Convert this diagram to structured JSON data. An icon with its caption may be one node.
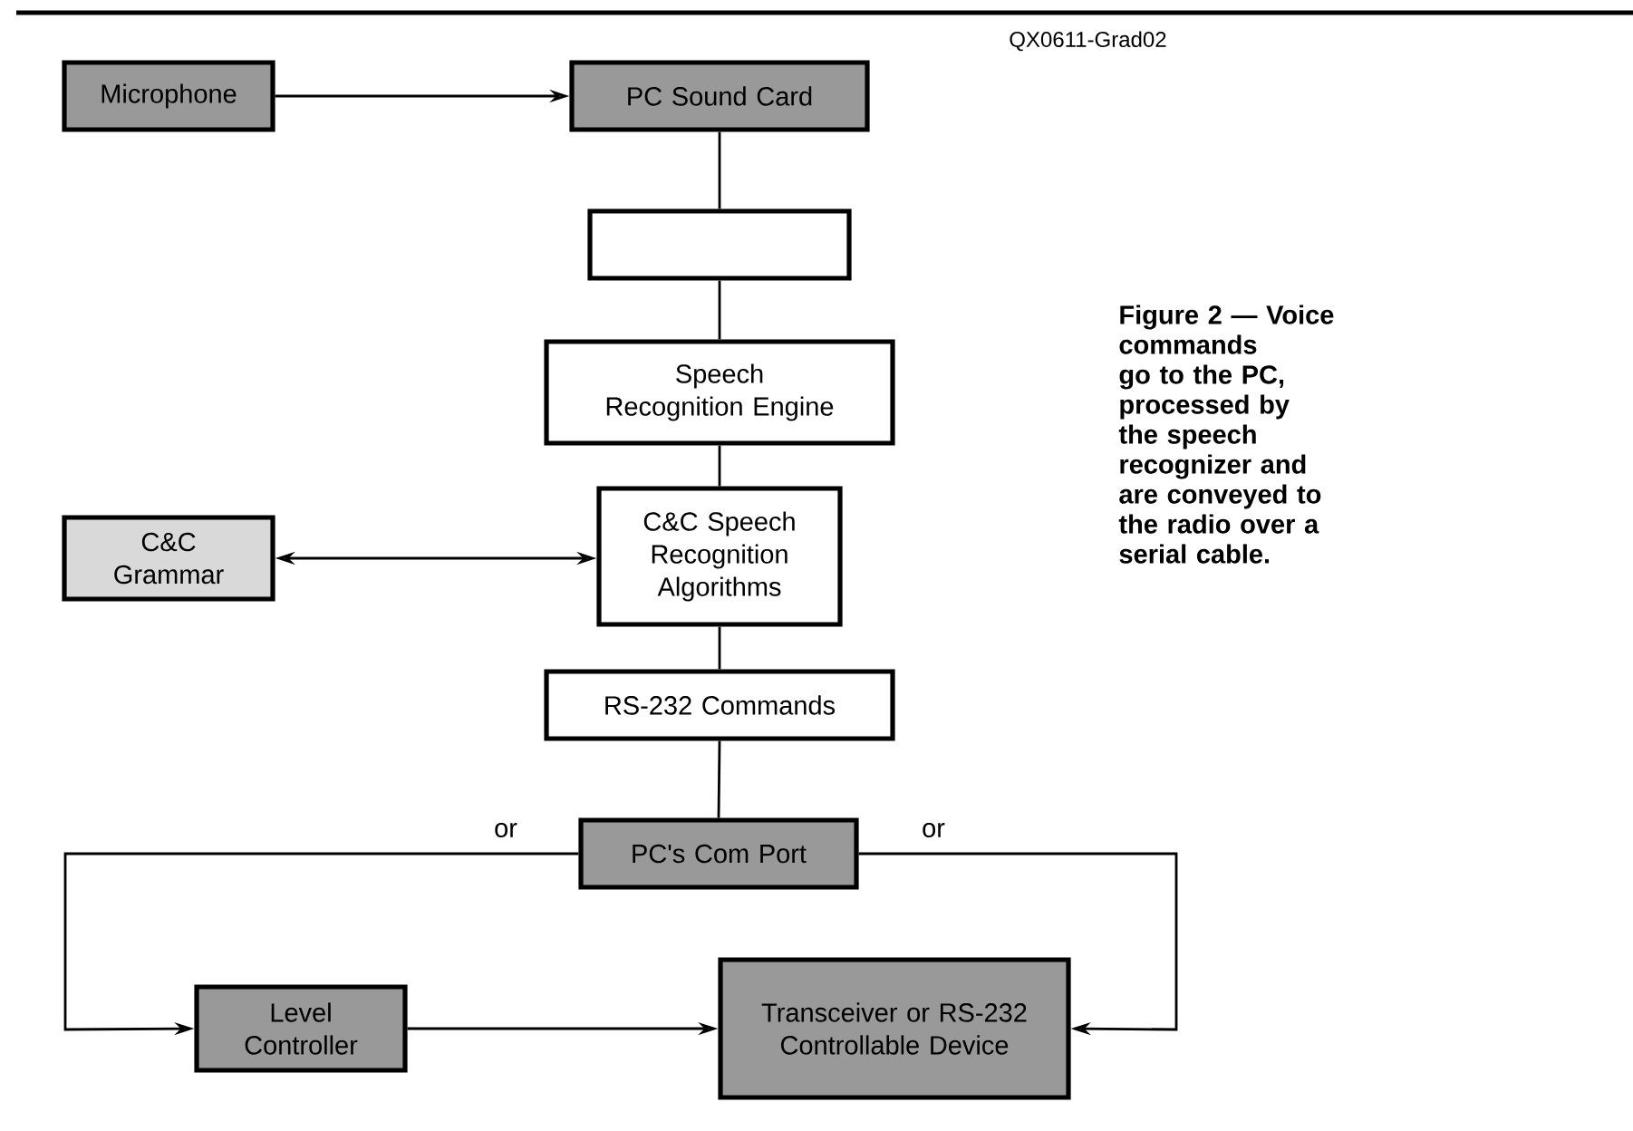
{
  "diagram": {
    "caption": "Figure 2 — Voice commands go to the PC, processed by the speech recognizer and are conveyed to the radio over a serial cable.",
    "nodes": [
      {
        "text": [
          "Microphone"
        ]
      },
      {
        "text": [
          "PC Sound Card"
        ]
      },
      {
        "text": [],
        "shape": "box"
      },
      {
        "text": [
          "Speech Recognition Engine"
        ]
      },
      {
        "text": [
          "C&C Grammar"
        ]
      },
      {
        "text": [
          "C&C Speech Recognition Algorithms"
        ]
      },
      {
        "text": [
          "RS-232 Commands"
        ]
      },
      {
        "text": [
          "PC's Com Port"
        ]
      },
      {
        "text": [
          "Level Controller"
        ]
      },
      {
        "text": [
          "Transceiver or RS-232 Controllable Device"
        ]
      }
    ],
    "edges": [
      {
        "from": 0,
        "to": 1,
        "arrow": "to"
      },
      {
        "from": 1,
        "to": 2,
        "arrow": "none"
      },
      {
        "from": 2,
        "to": 3,
        "arrow": "none"
      },
      {
        "from": 3,
        "to": 5,
        "arrow": "none"
      },
      {
        "from": 4,
        "to": 5,
        "arrow": "both"
      },
      {
        "from": 5,
        "to": 6,
        "arrow": "none"
      },
      {
        "from": 6,
        "to": 7,
        "arrow": "none"
      },
      {
        "from": 7,
        "to": 8,
        "arrow": "to",
        "label": "or"
      },
      {
        "from": 7,
        "to": 9,
        "arrow": "to",
        "label": "or"
      },
      {
        "from": 8,
        "to": 9,
        "arrow": "to"
      }
    ],
    "labels": [
      "QX0611-Grad02"
    ]
  }
}
